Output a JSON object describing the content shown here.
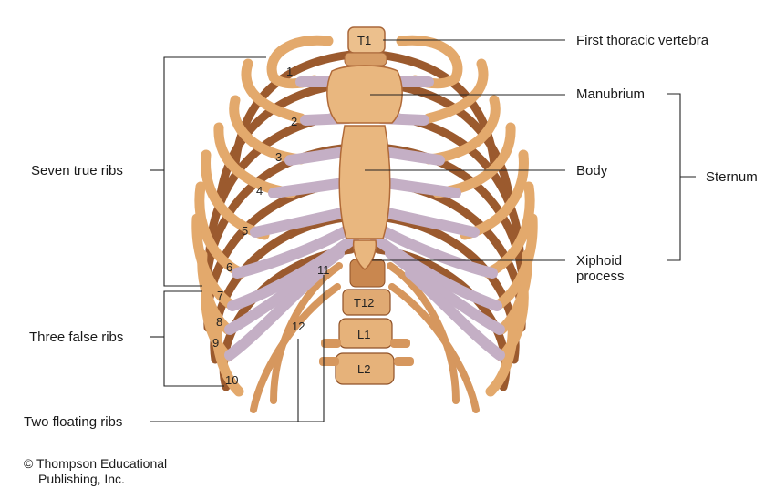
{
  "labels": {
    "first_thoracic_vertebra": "First thoracic vertebra",
    "manubrium": "Manubrium",
    "body": "Body",
    "sternum": "Sternum",
    "xiphoid_line1": "Xiphoid",
    "xiphoid_line2": "process",
    "seven_true_ribs": "Seven true ribs",
    "three_false_ribs": "Three false ribs",
    "two_floating_ribs": "Two floating ribs"
  },
  "rib_numbers": [
    "1",
    "2",
    "3",
    "4",
    "5",
    "6",
    "7",
    "8",
    "9",
    "10",
    "11",
    "12"
  ],
  "vertebrae": {
    "t1": "T1",
    "t12": "T12",
    "l1": "L1",
    "l2": "L2"
  },
  "copyright": {
    "line1": "© Thompson Educational",
    "line2": "Publishing, Inc."
  },
  "colors": {
    "bone_light": "#e9b77f",
    "bone_dark": "#b06a38",
    "cartilage": "#c7b3c8",
    "leader": "#222222"
  }
}
